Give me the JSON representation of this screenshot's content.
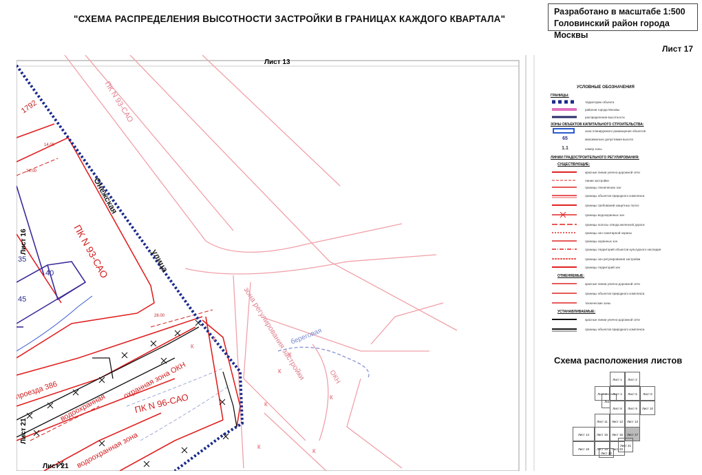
{
  "header": {
    "title": "\"СХЕМА РАСПРЕДЕЛЕНИЯ ВЫСОТНОСТИ ЗАСТРОЙКИ В ГРАНИЦАХ КАЖДОГО КВАРТАЛА\"",
    "scale_line1": "Разработано в масштабе 1:500",
    "scale_line2": "Головинский район города Москвы",
    "sheet": "Лист 17"
  },
  "map": {
    "sheet_top": "Лист 13",
    "sheet_left1": "Лист 16",
    "sheet_left2": "Лист 21",
    "sheet_bottom": "Лист 21",
    "street1": "Онежская",
    "street2": "улица",
    "pk93_upper": "ПК N 93-САО",
    "pk93_main": "ПК N 93-САО",
    "pk96": "ПК N 96-САО",
    "zone_label1": "охранная зона ОКН",
    "zone_label2": "водоохранная",
    "zone_label3": "водоохранная зона",
    "proezd": "проезда 386",
    "reg_zone": "зона регулирования застройки",
    "beregovaya": "береговая",
    "okn": "ОКН",
    "num_1792": "1792",
    "h40": "40",
    "h45": "45",
    "h35": "35",
    "dim1": "24.00",
    "dim2": "14.00",
    "dim3": "28.00",
    "k_label": "К"
  },
  "legend": {
    "title": "УСЛОВНЫЕ ОБОЗНАЧЕНИЯ",
    "head1": "ГРАНИЦЫ:",
    "r1": "территории объекта",
    "r2": "районов города Москвы",
    "r3": "распределения высотности",
    "head2": "ЗОНЫ ОБЪЕКТОВ КАПИТАЛЬНОГО СТРОИТЕЛЬСТВА:",
    "r4": "зона планируемого размещения объектов",
    "num65": "65",
    "r5": "максимально допустимая высота",
    "num11": "1.1",
    "r6": "номер зоны",
    "head3": "ЛИНИИ ГРАДОСТРОИТЕЛЬНОГО РЕГУЛИРОВАНИЯ:",
    "head4": "СУЩЕСТВУЮЩИЕ:",
    "r7": "красные линии улично-дорожной сети",
    "r8": "линии застройки",
    "r9": "границы технических зон",
    "r10": "границы объектов природного комплекса",
    "r11": "границы требований защитных полос",
    "r12": "границы водоохранных зон",
    "r13": "границы полосы отвода железной дороги",
    "r14": "границы зон санитарной охраны",
    "r15": "границы охранных зон",
    "r16": "границы территорий объектов культурного наследия",
    "r17": "границы зон регулирования застройки",
    "r18": "границы территорий зон",
    "head5": "ОТМЕНЯЕМЫЕ:",
    "r19": "красные линии улично-дорожной сети",
    "r20": "границы объектов природного комплекса",
    "r21": "технические зоны",
    "head6": "УСТАНАВЛИВАЕМЫЕ:",
    "r22": "красные линии улично-дорожной сети",
    "r23": "границы объектов природного комплекса"
  },
  "scheme": {
    "title": "Схема расположения листов",
    "cells": [
      "Лист 1",
      "Лист 2",
      "Лист 3",
      "Лист 4",
      "Лист 5",
      "Лист 6",
      "Лист 7",
      "Лист 8",
      "Лист 9",
      "Лист 10",
      "Лист 11",
      "Лист 12",
      "Лист 13",
      "Лист 14",
      "Лист 15",
      "Лист 16",
      "Лист 17",
      "Лист 18",
      "Лист 19",
      "Лист 20",
      "Лист 21",
      "Лист 22"
    ]
  }
}
